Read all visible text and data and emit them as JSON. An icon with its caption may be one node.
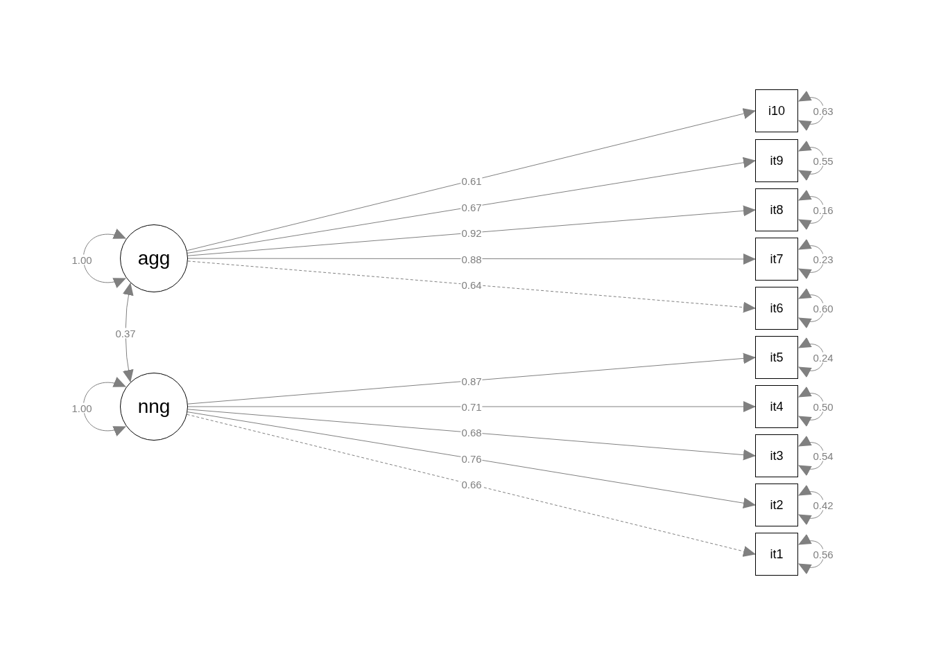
{
  "diagram": {
    "nodes": [
      {
        "text": [
          "agg"
        ]
      },
      {
        "text": [
          "nng"
        ]
      },
      {
        "text": [
          "i10"
        ]
      },
      {
        "text": [
          "it9"
        ]
      },
      {
        "text": [
          "it8"
        ]
      },
      {
        "text": [
          "it7"
        ]
      },
      {
        "text": [
          "it6"
        ]
      },
      {
        "text": [
          "it5"
        ]
      },
      {
        "text": [
          "it4"
        ]
      },
      {
        "text": [
          "it3"
        ]
      },
      {
        "text": [
          "it2"
        ]
      },
      {
        "text": [
          "it1"
        ]
      }
    ],
    "edges": [
      {
        "from": 0,
        "to": 2,
        "arrow": "to",
        "label": "0.61"
      },
      {
        "from": 0,
        "to": 3,
        "arrow": "to",
        "label": "0.67"
      },
      {
        "from": 0,
        "to": 4,
        "arrow": "to",
        "label": "0.92"
      },
      {
        "from": 0,
        "to": 5,
        "arrow": "to",
        "label": "0.88"
      },
      {
        "from": 0,
        "to": 6,
        "arrow": "to",
        "label": "0.64",
        "style": "dashed"
      },
      {
        "from": 1,
        "to": 7,
        "arrow": "to",
        "label": "0.87"
      },
      {
        "from": 1,
        "to": 8,
        "arrow": "to",
        "label": "0.71"
      },
      {
        "from": 1,
        "to": 9,
        "arrow": "to",
        "label": "0.68"
      },
      {
        "from": 1,
        "to": 10,
        "arrow": "to",
        "label": "0.76"
      },
      {
        "from": 1,
        "to": 11,
        "arrow": "to",
        "label": "0.66",
        "style": "dashed"
      },
      {
        "from": 0,
        "to": 1,
        "arrow": "both",
        "label": "0.37"
      },
      {
        "from": 0,
        "to": 0,
        "arrow": "both",
        "label": "1.00"
      },
      {
        "from": 1,
        "to": 1,
        "arrow": "both",
        "label": "1.00"
      },
      {
        "from": 2,
        "to": 2,
        "arrow": "both",
        "label": "0.63"
      },
      {
        "from": 3,
        "to": 3,
        "arrow": "both",
        "label": "0.55"
      },
      {
        "from": 4,
        "to": 4,
        "arrow": "both",
        "label": "0.16"
      },
      {
        "from": 5,
        "to": 5,
        "arrow": "both",
        "label": "0.23"
      },
      {
        "from": 6,
        "to": 6,
        "arrow": "both",
        "label": "0.60"
      },
      {
        "from": 7,
        "to": 7,
        "arrow": "both",
        "label": "0.24"
      },
      {
        "from": 8,
        "to": 8,
        "arrow": "both",
        "label": "0.50"
      },
      {
        "from": 9,
        "to": 9,
        "arrow": "both",
        "label": "0.54"
      },
      {
        "from": 10,
        "to": 10,
        "arrow": "both",
        "label": "0.42"
      },
      {
        "from": 11,
        "to": 11,
        "arrow": "both",
        "label": "0.56"
      }
    ]
  }
}
